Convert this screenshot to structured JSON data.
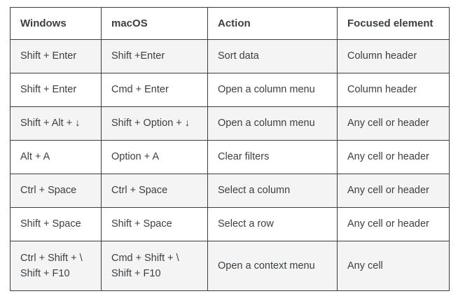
{
  "table": {
    "name": "keyboard-shortcuts-table",
    "columns": [
      {
        "key": "windows",
        "label": "Windows"
      },
      {
        "key": "macos",
        "label": "macOS"
      },
      {
        "key": "action",
        "label": "Action"
      },
      {
        "key": "focused",
        "label": "Focused element"
      }
    ],
    "rows": [
      {
        "windows": [
          "Shift + Enter"
        ],
        "macos": [
          "Shift +Enter"
        ],
        "action": [
          "Sort data"
        ],
        "focused": [
          "Column header"
        ],
        "shaded": true
      },
      {
        "windows": [
          "Shift + Enter"
        ],
        "macos": [
          "Cmd + Enter"
        ],
        "action": [
          "Open a column menu"
        ],
        "focused": [
          "Column header"
        ],
        "shaded": false
      },
      {
        "windows": [
          "Shift + Alt + ↓"
        ],
        "macos": [
          "Shift + Option + ↓"
        ],
        "action": [
          "Open a column menu"
        ],
        "focused": [
          "Any cell or header"
        ],
        "shaded": true
      },
      {
        "windows": [
          "Alt + A"
        ],
        "macos": [
          "Option + A"
        ],
        "action": [
          "Clear filters"
        ],
        "focused": [
          "Any cell or header"
        ],
        "shaded": false
      },
      {
        "windows": [
          "Ctrl + Space"
        ],
        "macos": [
          "Ctrl + Space"
        ],
        "action": [
          "Select a column"
        ],
        "focused": [
          "Any cell or header"
        ],
        "shaded": true
      },
      {
        "windows": [
          "Shift + Space"
        ],
        "macos": [
          "Shift + Space"
        ],
        "action": [
          "Select a row"
        ],
        "focused": [
          "Any cell or header"
        ],
        "shaded": false
      },
      {
        "windows": [
          "Ctrl + Shift + \\",
          "Shift + F10"
        ],
        "macos": [
          "Cmd + Shift + \\",
          "Shift + F10"
        ],
        "action": [
          "Open a context menu"
        ],
        "focused": [
          "Any cell"
        ],
        "shaded": true,
        "tall": true
      }
    ]
  },
  "colors": {
    "border": "#3a3d40",
    "text": "#3c4043",
    "row_shaded_bg": "#f4f4f4",
    "row_plain_bg": "#ffffff",
    "page_bg": "#ffffff"
  }
}
